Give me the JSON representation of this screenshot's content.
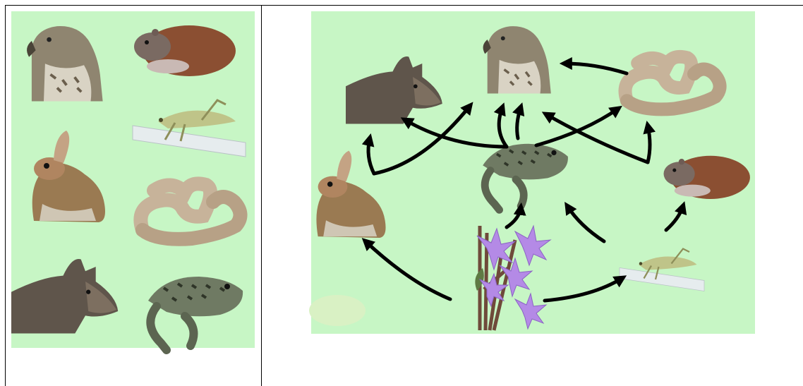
{
  "left_panel": {
    "organisms": [
      "hawk",
      "vole",
      "grasshopper",
      "rabbit",
      "snake",
      "coyote",
      "frog"
    ]
  },
  "food_web": {
    "organisms": [
      "coyote",
      "hawk",
      "snake",
      "frog",
      "rabbit",
      "vole",
      "grasshopper",
      "plant"
    ],
    "arrows": [
      {
        "from": "plant",
        "to": "rabbit"
      },
      {
        "from": "plant",
        "to": "frog"
      },
      {
        "from": "plant",
        "to": "grasshopper"
      },
      {
        "from": "grasshopper",
        "to": "frog"
      },
      {
        "from": "grasshopper",
        "to": "vole"
      },
      {
        "from": "rabbit",
        "to": "coyote"
      },
      {
        "from": "rabbit",
        "to": "hawk"
      },
      {
        "from": "frog",
        "to": "coyote"
      },
      {
        "from": "frog",
        "to": "hawk"
      },
      {
        "from": "frog",
        "to": "snake"
      },
      {
        "from": "vole",
        "to": "hawk"
      },
      {
        "from": "vole",
        "to": "snake"
      },
      {
        "from": "snake",
        "to": "hawk"
      }
    ]
  },
  "colors": {
    "panel_background": "#c7f6c5",
    "arrow": "#000000",
    "flower": "#b48ae6"
  }
}
